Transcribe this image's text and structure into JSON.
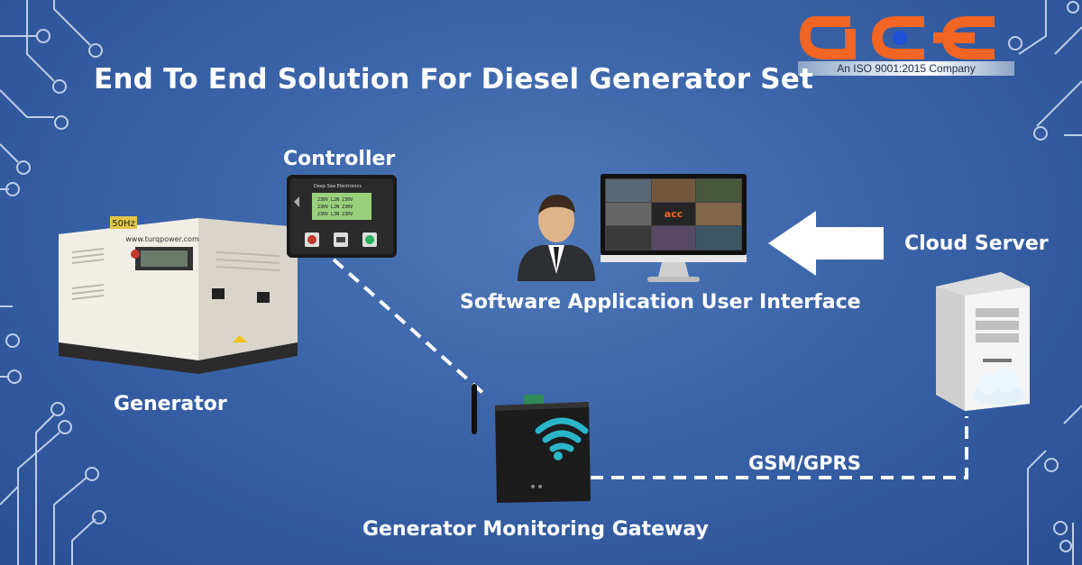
{
  "title": "End To End Solution For Diesel Generator Set",
  "logo": {
    "text": "acc",
    "tagline": "An ISO 9001:2015 Company",
    "accent": "#f26522",
    "dot": "#1e4fd8"
  },
  "nodes": {
    "controller": {
      "label": "Controller",
      "display_lines": [
        "230V  L2N  230V",
        "230V  L2N  230V",
        "230V  L3N  230V"
      ],
      "brand": "Deep Sea Electronics"
    },
    "generator": {
      "label": "Generator",
      "brand_url": "www.turqpower.com",
      "badge": "50Hz"
    },
    "software": {
      "label": "Software Application User Interface",
      "screen_logo": "acc"
    },
    "cloud": {
      "label": "Cloud Server"
    },
    "gateway": {
      "label": "Generator Monitoring Gateway"
    }
  },
  "links": {
    "gsm_label": "GSM/GPRS"
  },
  "colors": {
    "background": "#3a63a8",
    "text": "#ffffff",
    "arrow": "#ffffff"
  }
}
